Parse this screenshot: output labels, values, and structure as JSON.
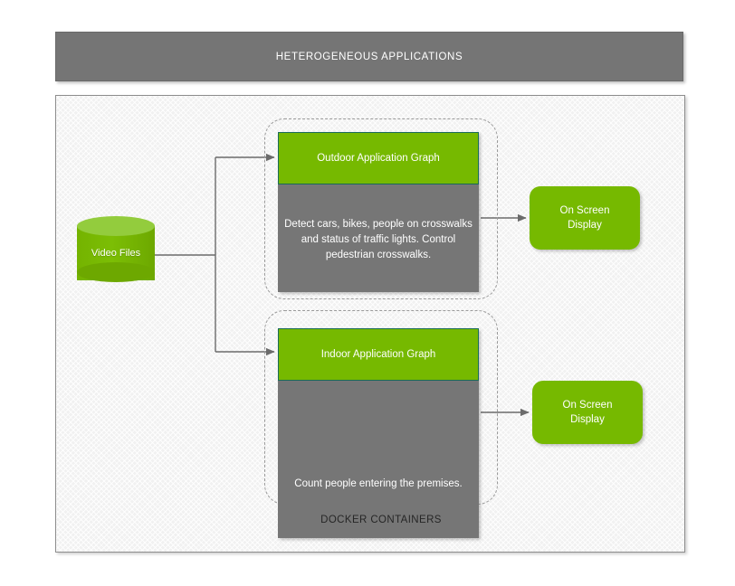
{
  "header": {
    "title": "HETEROGENEOUS APPLICATIONS"
  },
  "source": {
    "label": "Video Files",
    "shape": "cylinder-icon"
  },
  "containers": {
    "caption": "DOCKER CONTAINERS",
    "items": [
      {
        "title": "Outdoor Application Graph",
        "description": "Detect cars, bikes, people on crosswalks and status of traffic lights. Control pedestrian crosswalks.",
        "output": "On Screen\nDisplay"
      },
      {
        "title": "Indoor Application Graph",
        "description": "Count people entering the premises.",
        "output": "On Screen\nDisplay"
      }
    ]
  },
  "outputs": [
    {
      "line1": "On Screen",
      "line2": "Display"
    },
    {
      "line1": "On Screen",
      "line2": "Display"
    }
  ],
  "colors": {
    "brand_green": "#76b900",
    "green_light": "#93cc3d",
    "green_dark": "#6da800",
    "panel_gray": "#767676",
    "header_gray": "#757575",
    "canvas_bg": "#f1f1f1",
    "border_teal": "#1a6b5a",
    "dashed_gray": "#9a9a9a",
    "connector_gray": "#6b6b6b",
    "text_white": "#ffffff",
    "text_dark": "#262626"
  }
}
